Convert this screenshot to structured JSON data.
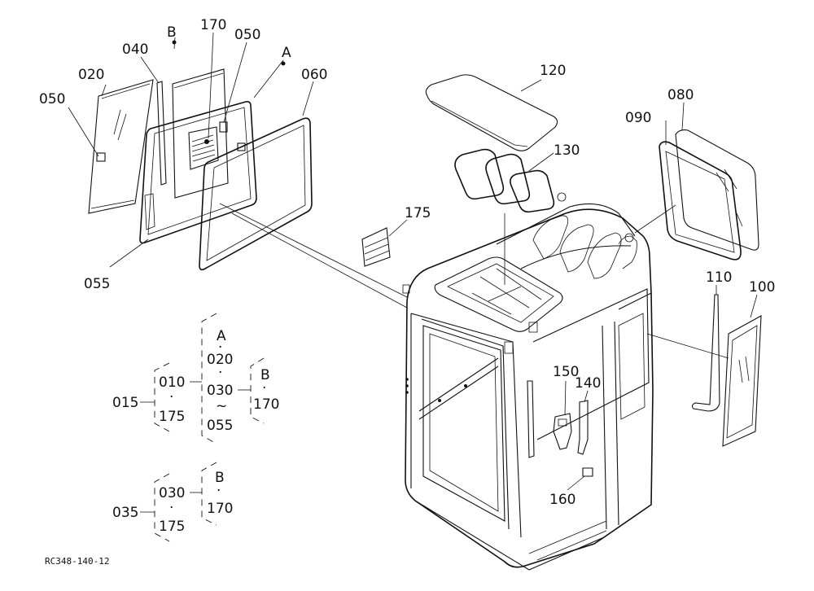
{
  "figure_code": "RC348-140-12",
  "callouts": {
    "c020": "020",
    "c050a": "050",
    "c040": "040",
    "cB": "B",
    "c170": "170",
    "c050b": "050",
    "cA": "A",
    "c060": "060",
    "c055": "055",
    "c175": "175",
    "c120": "120",
    "c130": "130",
    "c090": "090",
    "c080": "080",
    "c110": "110",
    "c100": "100",
    "c150": "150",
    "c140": "140",
    "c160": "160"
  },
  "assembly_015": {
    "root": "015",
    "col1": [
      "010",
      "175"
    ],
    "col2": [
      "A",
      "020",
      "030",
      "055"
    ],
    "col3": [
      "B",
      "170"
    ]
  },
  "assembly_035": {
    "root": "035",
    "col1": [
      "030",
      "175"
    ],
    "col2": [
      "B",
      "170"
    ]
  },
  "symbols": {
    "dot": "·",
    "tilde": "~"
  }
}
